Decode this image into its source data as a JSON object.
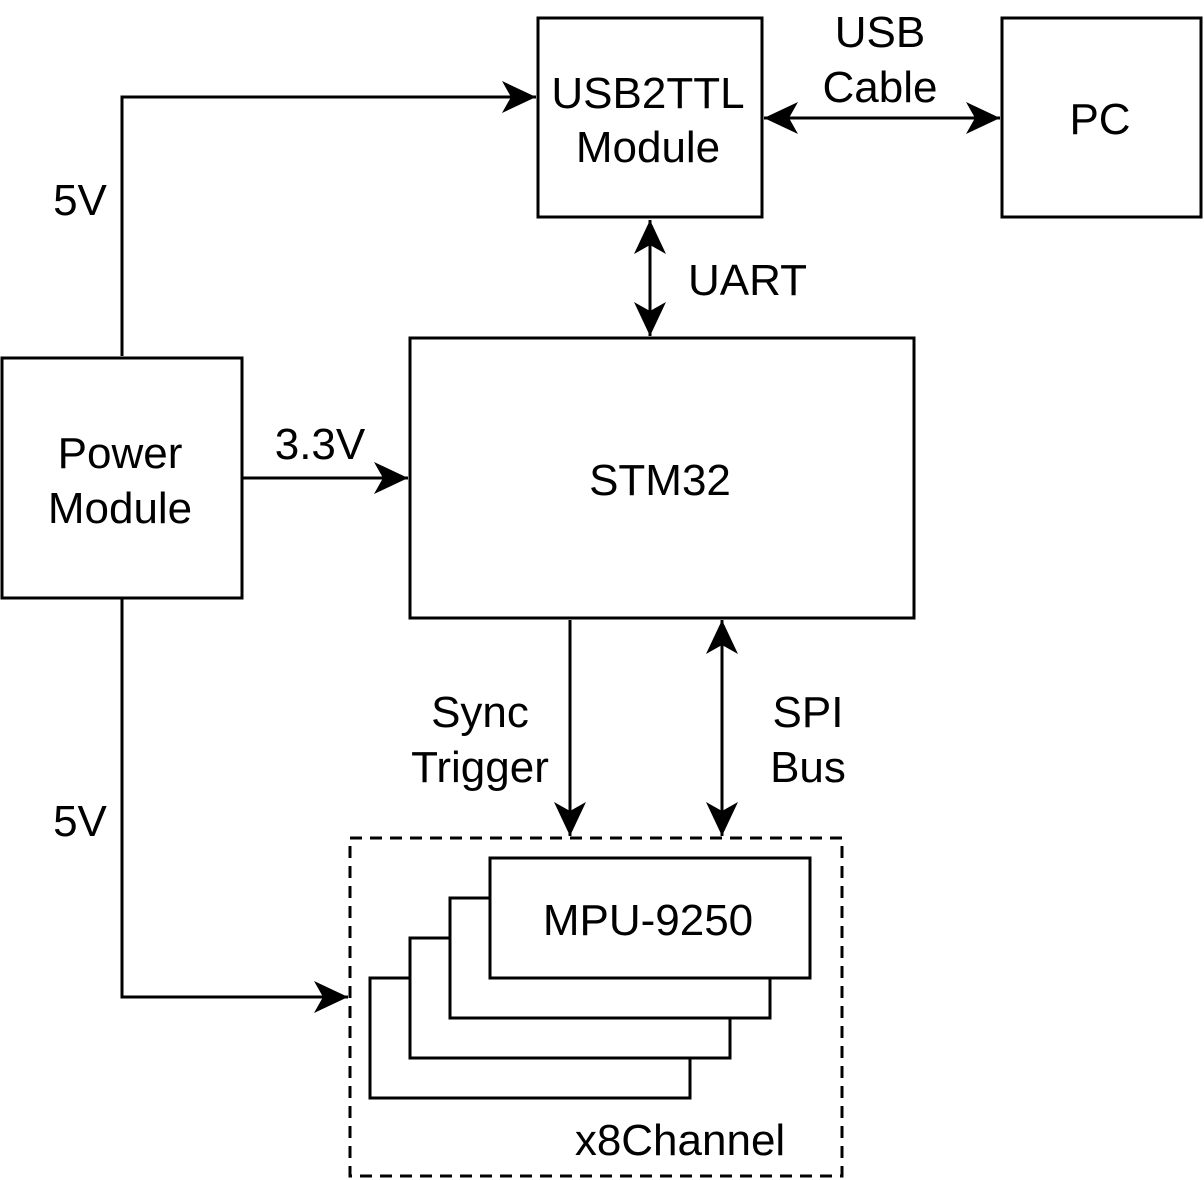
{
  "blocks": {
    "usb2ttl": [
      "USB2TTL",
      "Module"
    ],
    "pc": "PC",
    "power": [
      "Power",
      "Module"
    ],
    "stm32": "STM32",
    "mpu": "MPU-9250"
  },
  "links": {
    "usb_cable": [
      "USB",
      "Cable"
    ],
    "uart": "UART",
    "v33": "3.3V",
    "v5_top": "5V",
    "v5_bottom": "5V",
    "sync_trigger": [
      "Sync",
      "Trigger"
    ],
    "spi_bus": [
      "SPI",
      "Bus"
    ]
  },
  "group": {
    "channel_label": "x8Channel"
  }
}
